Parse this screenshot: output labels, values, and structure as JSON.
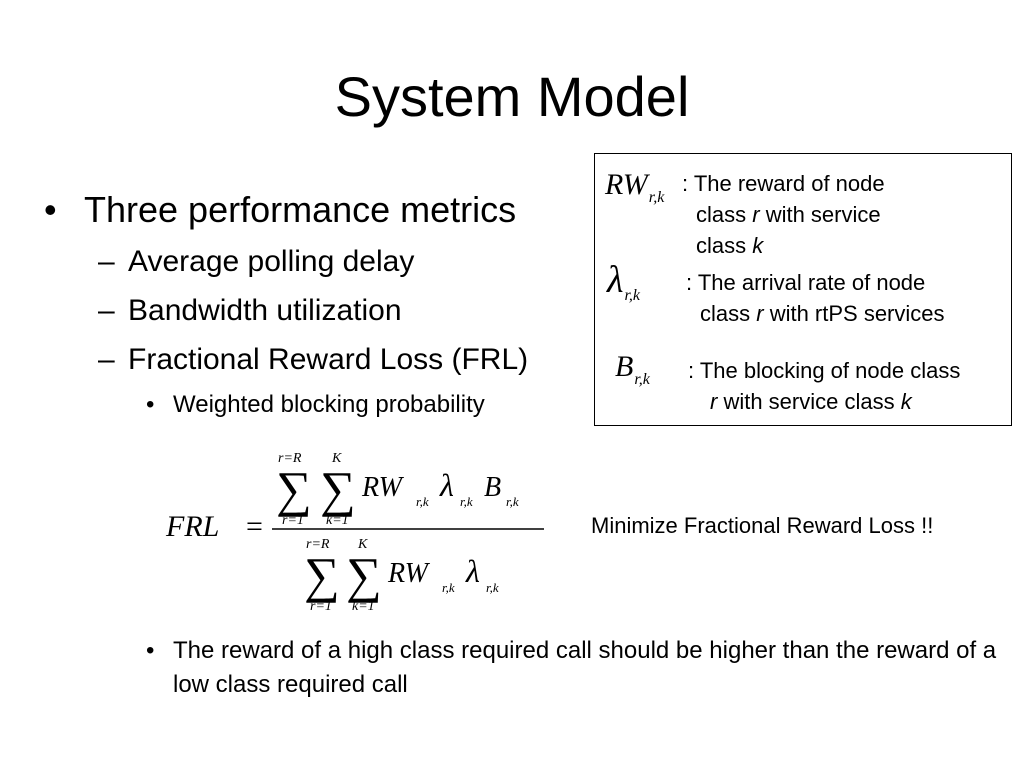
{
  "slide": {
    "title": "System Model",
    "bullet_l1": "Three performance metrics",
    "bullets_l2": [
      "Average polling delay",
      "Bandwidth utilization",
      "Fractional Reward Loss (FRL)"
    ],
    "bullet_l3": "Weighted blocking probability",
    "bullet_last": "The reward of a high class required call should be higher than the reward of a low class required call",
    "bullet_glyph": "•",
    "dash_glyph": "–"
  },
  "legend": {
    "rw": {
      "symbol": "RW",
      "subscript": "r,k",
      "line1": ": The reward of node",
      "line2_pre": "class ",
      "line2_var": "r",
      "line2_post": " with service",
      "line3_pre": "class ",
      "line3_var": "k"
    },
    "lambda": {
      "symbol": "λ",
      "subscript": "r,k",
      "line1": ": The arrival rate of node",
      "line2_pre": "class ",
      "line2_var": "r",
      "line2_post": " with rtPS services"
    },
    "b": {
      "symbol": "B",
      "subscript": "r,k",
      "line1": ": The blocking of node class",
      "line2_var": "r",
      "line2_post": " with service class ",
      "line2_var2": "k"
    }
  },
  "formula": {
    "lhs": "FRL",
    "equals": "=",
    "sum": "∑",
    "sum_upper_r": "r=R",
    "sum_lower_r": "r=1",
    "sum_upper_k": "K",
    "sum_lower_k": "k=1",
    "rw": "RW",
    "lambda": "λ",
    "b": "B",
    "sub": "r,k"
  },
  "minimize_text": "Minimize Fractional Reward Loss !!"
}
